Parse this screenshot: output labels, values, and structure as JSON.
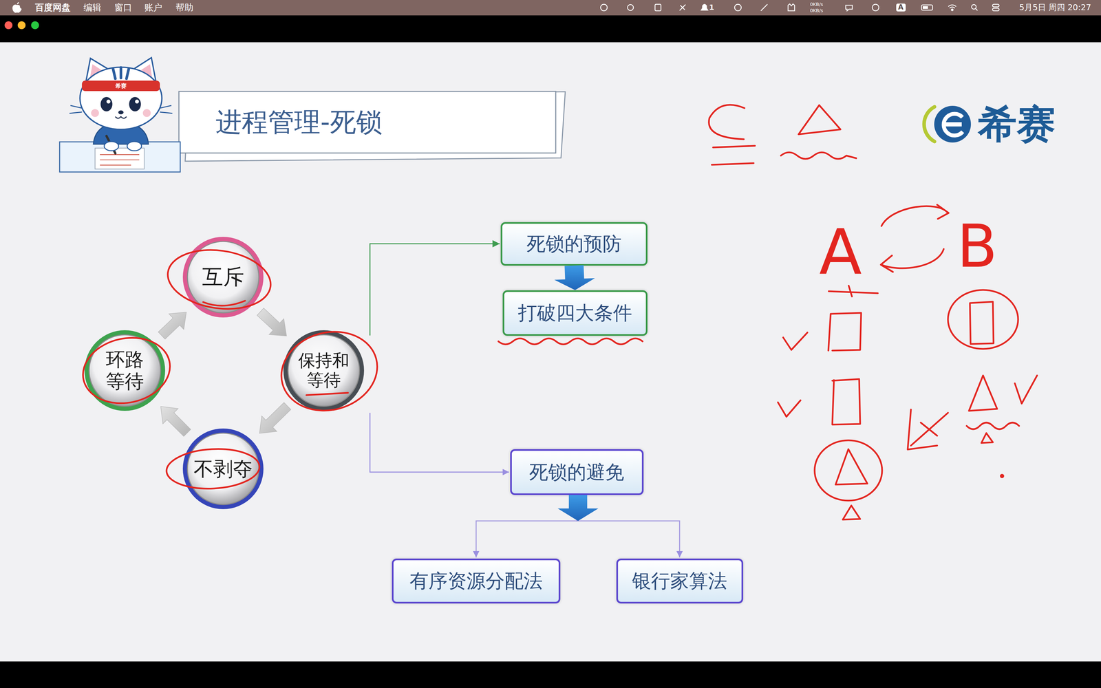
{
  "diagram": {
    "title": "进程管理-死锁",
    "nodes": [
      {
        "text": [
          "互斥"
        ]
      },
      {
        "text": [
          "环路 等待"
        ]
      },
      {
        "text": [
          "保持和 等待"
        ]
      },
      {
        "text": [
          "不剥夺"
        ]
      },
      {
        "text": [
          "死锁的预防"
        ]
      },
      {
        "text": [
          "打破四大条件"
        ]
      },
      {
        "text": [
          "死锁的避免"
        ]
      },
      {
        "text": [
          "有序资源分配法"
        ]
      },
      {
        "text": [
          "银行家算法"
        ]
      }
    ],
    "edges": [
      {
        "from": 0,
        "to": 2,
        "arrow": "to"
      },
      {
        "from": 2,
        "to": 3,
        "arrow": "to"
      },
      {
        "from": 3,
        "to": 1,
        "arrow": "to"
      },
      {
        "from": 1,
        "to": 0,
        "arrow": "to"
      },
      {
        "from": 2,
        "to": 4,
        "arrow": "to"
      },
      {
        "from": 2,
        "to": 6,
        "arrow": "to"
      },
      {
        "from": 4,
        "to": 5,
        "arrow": "to"
      },
      {
        "from": 6,
        "to": 7,
        "arrow": "to"
      },
      {
        "from": 6,
        "to": 8,
        "arrow": "to"
      }
    ],
    "labels": [
      "百度网盘",
      "编辑",
      "窗口",
      "账户",
      "帮助",
      "1",
      "0KB/s",
      "0KB/s",
      "A",
      "5月5日 周四 20:27",
      "希赛",
      "希赛",
      "A",
      "B"
    ]
  }
}
